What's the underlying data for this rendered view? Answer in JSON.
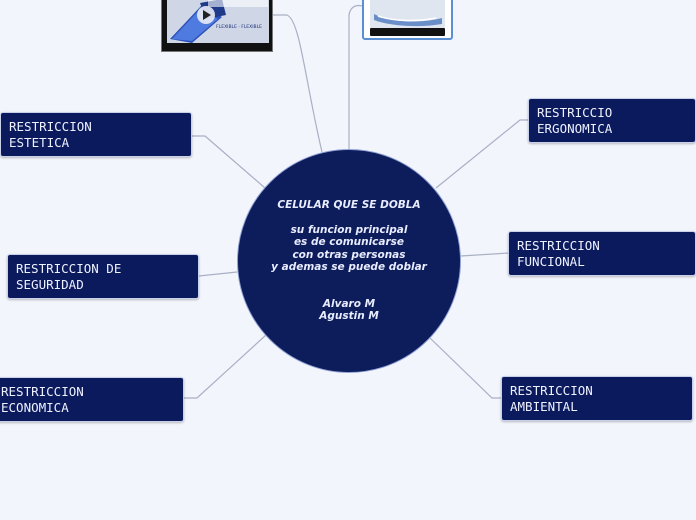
{
  "center": {
    "title": "CELULAR QUE SE DOBLA",
    "description": "su funcion principal\nes de comunicarse\ncon otras personas\ny ademas se puede doblar",
    "authors": "Alvaro M\nAgustin M"
  },
  "nodes": {
    "estetica": "RESTRICCION\nESTETICA",
    "seguridad": "RESTRICCION DE\nSEGURIDAD",
    "economica": "RESTRICCION\nECONOMICA",
    "ergonomica": "RESTRICCIO\nERGONOMICA",
    "funcional": "RESTRICCION\nFUNCIONAL",
    "ambiental": "RESTRICCION\nAMBIENTAL"
  },
  "images": {
    "left_caption": "FLEXIBLE · FLEXIBLE"
  },
  "colors": {
    "background": "#f3f5fd",
    "node_fill": "#0b1a5c",
    "center_fill": "#0d1c5a",
    "connector": "#a9b0c4"
  }
}
